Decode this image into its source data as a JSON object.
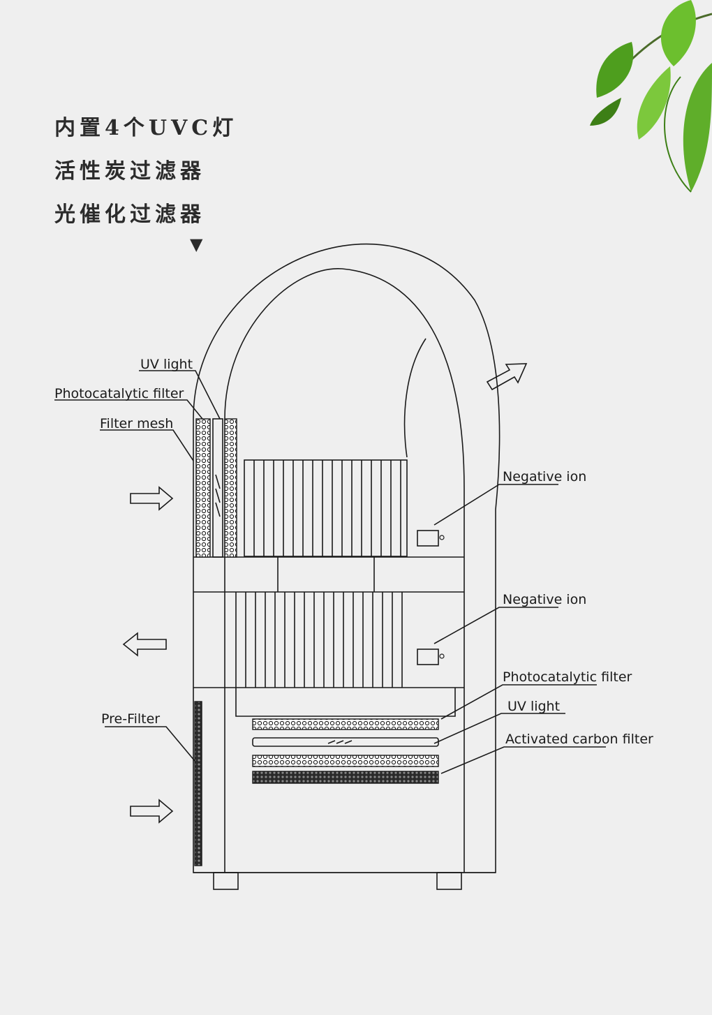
{
  "headlines": {
    "line1": "内置4个UVC灯",
    "line2": "活性炭过滤器",
    "line3": "光催化过滤器"
  },
  "pointer_symbol": "▼",
  "labels": {
    "uv_light_top": "UV light",
    "photocatalytic_filter_top": "Photocatalytic filter",
    "filter_mesh": "Filter mesh",
    "negative_ion_upper": "Negative ion",
    "negative_ion_lower": "Negative ion",
    "photocatalytic_filter_bottom": "Photocatalytic filter",
    "uv_light_bottom": "UV light",
    "activated_carbon_filter": "Activated carbon filter",
    "pre_filter": "Pre-Filter"
  },
  "colors": {
    "background": "#efefef",
    "leaf_green": "#5fae2a",
    "leaf_dark": "#3d7f16",
    "line": "#1a1a1a"
  }
}
